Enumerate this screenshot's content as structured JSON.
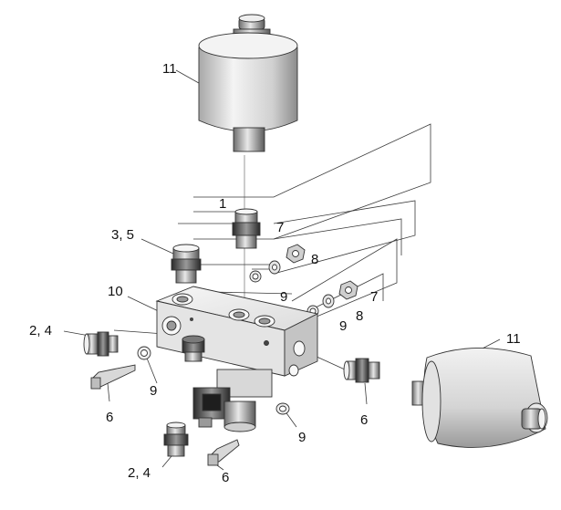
{
  "diagram": {
    "colors": {
      "ink": "#333333",
      "body_light": "#f0f0f0",
      "body_mid": "#d6d6d6",
      "body_dark": "#8e8e8e",
      "background": "#ffffff"
    },
    "callouts": {
      "top_accumulator": "11",
      "right_accumulator": "11",
      "fitting_1": "1",
      "item_3_5": "3, 5",
      "item_7_upper": "7",
      "item_8_upper": "8",
      "item_9_upper": "9",
      "item_7_lower": "7",
      "item_8_lower": "8",
      "item_9_right": "9",
      "item_10": "10",
      "item_2_4_left": "2, 4",
      "item_9_left": "9",
      "item_6_left": "6",
      "item_6_right": "6",
      "item_9_bottom": "9",
      "item_2_4_bottom": "2, 4",
      "item_6_bottom": "6"
    }
  }
}
